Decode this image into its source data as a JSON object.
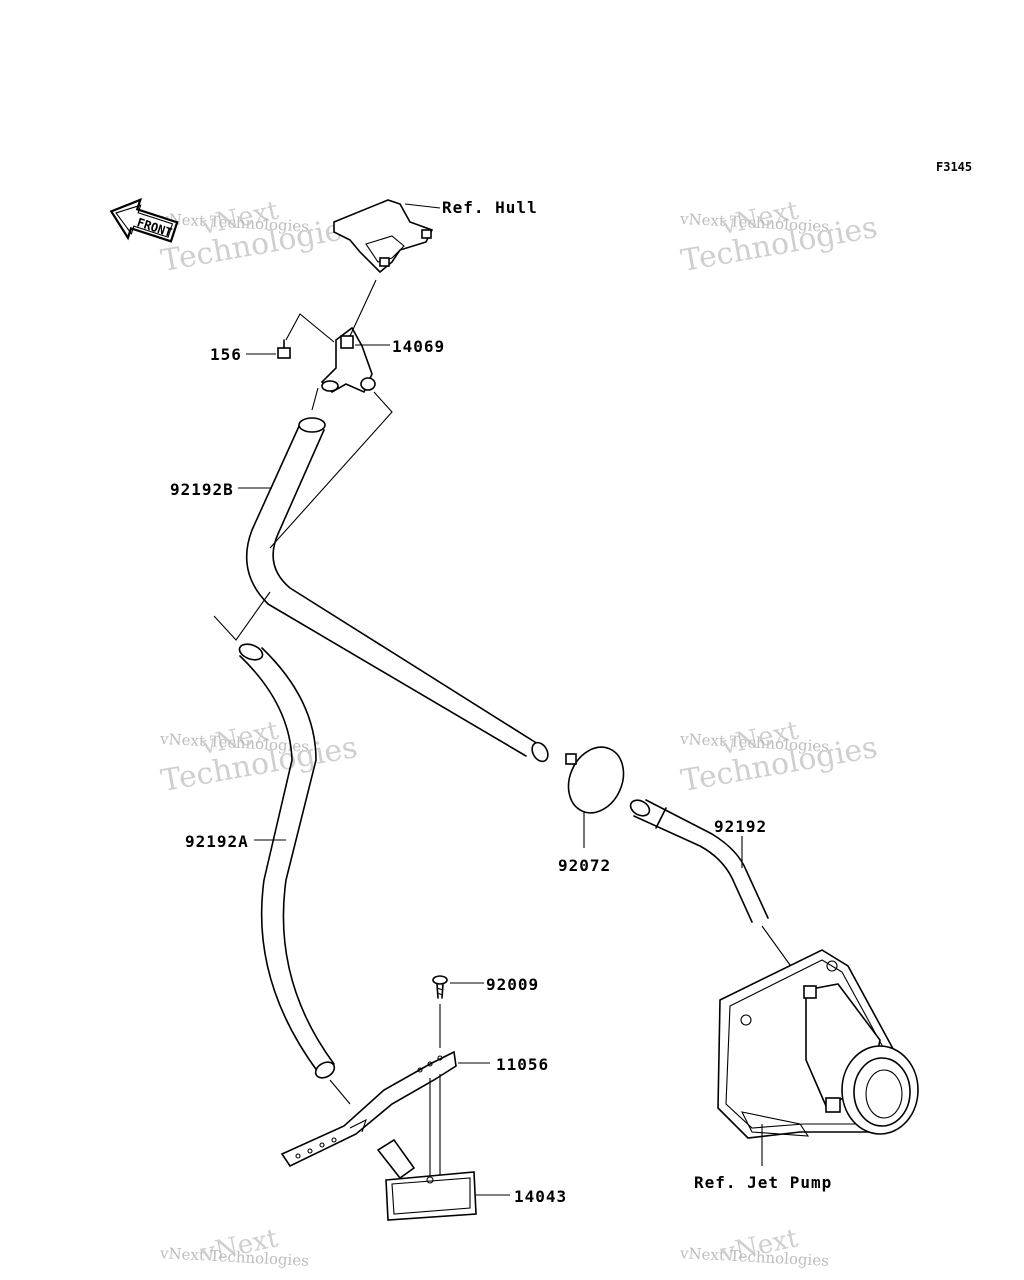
{
  "figure_code": "F3145",
  "front_label": "FRONT",
  "watermark": {
    "line1": "vNext",
    "line2": "vNext Technologies",
    "line3": "Technologies"
  },
  "parts": {
    "ref_hull": "Ref. Hull",
    "p156": "156",
    "p14069": "14069",
    "p92192B": "92192B",
    "p92192A": "92192A",
    "p92072": "92072",
    "p92192": "92192",
    "p92009": "92009",
    "p11056": "11056",
    "p14043": "14043",
    "ref_jet_pump": "Ref. Jet Pump"
  }
}
